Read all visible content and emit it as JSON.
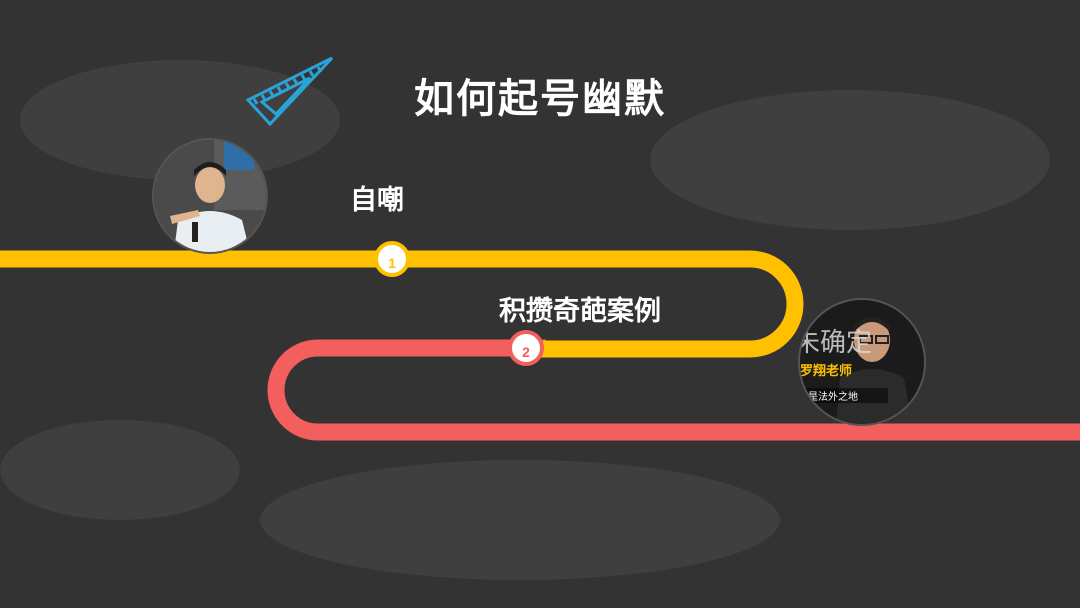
{
  "title": "如何起号幽默",
  "steps": [
    {
      "number": "1",
      "label": "自嘲",
      "color": "#ffc000"
    },
    {
      "number": "2",
      "label": "积攒奇葩案例",
      "color": "#f25f5c"
    }
  ],
  "avatar2": {
    "banner_text": "未确定",
    "name_text": "罗翔老师",
    "caption_text": "法外之地也不是法外之地"
  },
  "colors": {
    "background": "#333333",
    "track_yellow": "#ffc000",
    "track_red": "#f25f5c",
    "ruler": "#2aa4d8"
  }
}
